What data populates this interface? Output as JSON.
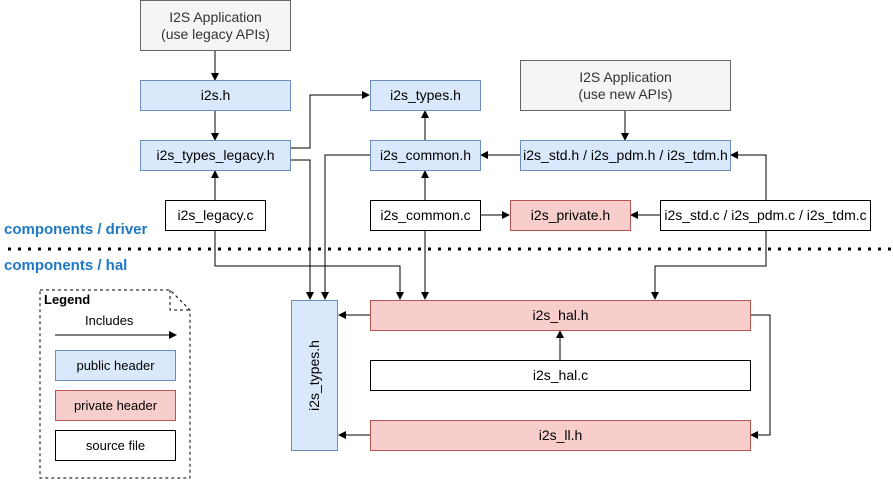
{
  "colors": {
    "public": "#dae8fc",
    "private": "#f8cecc",
    "source": "#ffffff",
    "app": "#f5f5f5",
    "layer_label": "#1f78c6"
  },
  "layers": {
    "driver": "components / driver",
    "hal": "components / hal"
  },
  "nodes": {
    "app_legacy_line1": "I2S Application",
    "app_legacy_line2": "(use legacy APIs)",
    "app_new_line1": "I2S Application",
    "app_new_line2": "(use new APIs)",
    "i2s_h": "i2s.h",
    "i2s_types_h_top": "i2s_types.h",
    "i2s_types_legacy_h": "i2s_types_legacy.h",
    "i2s_common_h": "i2s_common.h",
    "i2s_std_h": "i2s_std.h / i2s_pdm.h / i2s_tdm.h",
    "i2s_legacy_c": "i2s_legacy.c",
    "i2s_common_c": "i2s_common.c",
    "i2s_private_h": "i2s_private.h",
    "i2s_std_c": "i2s_std.c / i2s_pdm.c / i2s_tdm.c",
    "i2s_types_h_hal": "i2s_types.h",
    "i2s_hal_h": "i2s_hal.h",
    "i2s_hal_c": "i2s_hal.c",
    "i2s_ll_h": "i2s_ll.h"
  },
  "legend": {
    "title": "Legend",
    "includes": "Includes",
    "public_header": "public header",
    "private_header": "private header",
    "source_file": "source file"
  }
}
